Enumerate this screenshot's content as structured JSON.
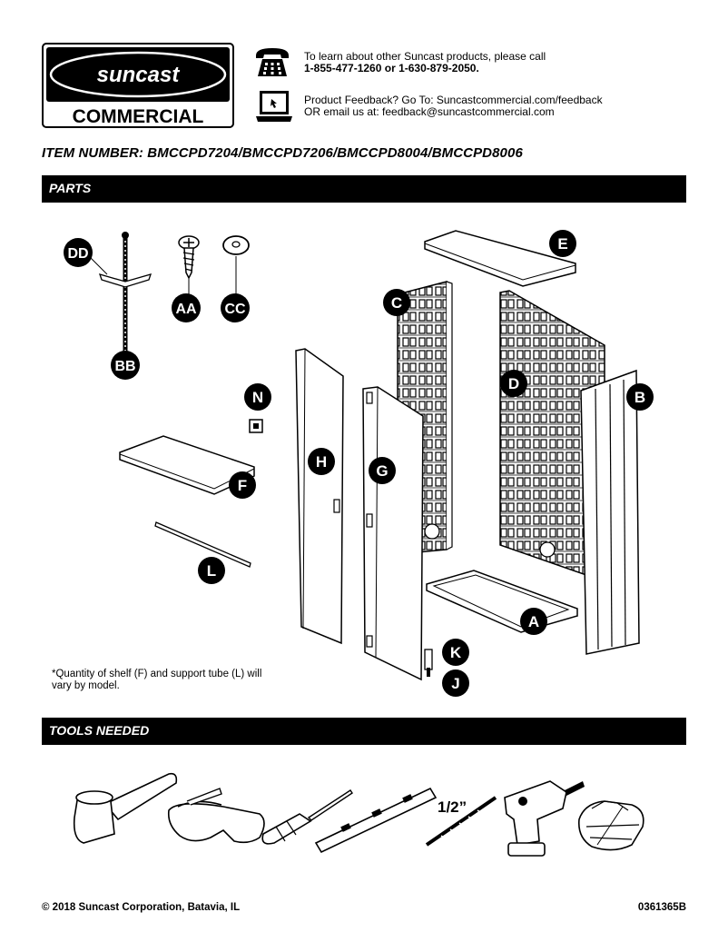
{
  "brand": {
    "wordmark": "suncast",
    "subtitle": "COMMERCIAL",
    "colors": {
      "primary": "#000000",
      "background": "#ffffff"
    }
  },
  "contact": {
    "phone_icon": "telephone-icon",
    "phone_line1": "To learn about other Suncast products, please call",
    "phone_line2": "1-855-477-1260 or 1-630-879-2050.",
    "web_icon": "laptop-icon",
    "web_line1": "Product Feedback? Go To: Suncastcommercial.com/feedback",
    "web_line2": "OR email us at: feedback@suncastcommercial.com"
  },
  "item_number": "ITEM NUMBER: BMCCPD7204/BMCCPD7206/BMCCPD8004/BMCCPD8006",
  "sections": {
    "parts": "PARTS",
    "tools": "TOOLS NEEDED"
  },
  "parts": {
    "labels": [
      "DD",
      "AA",
      "CC",
      "BB",
      "E",
      "C",
      "D",
      "B",
      "N",
      "H",
      "G",
      "F",
      "L",
      "A",
      "K",
      "J"
    ],
    "note_line1": "*Quantity of shelf (F) and support tube (L) will",
    "note_line2": "vary by model."
  },
  "tools": {
    "items": [
      "mallet-icon",
      "safety-glasses-icon",
      "screwdriver-icon",
      "level-icon",
      "drill-bit-icon",
      "power-drill-icon",
      "work-gloves-icon"
    ],
    "drill_bit_size": "1/2”"
  },
  "footer": {
    "copyright": "© 2018 Suncast Corporation, Batavia, IL",
    "doc_number": "0361365B"
  }
}
